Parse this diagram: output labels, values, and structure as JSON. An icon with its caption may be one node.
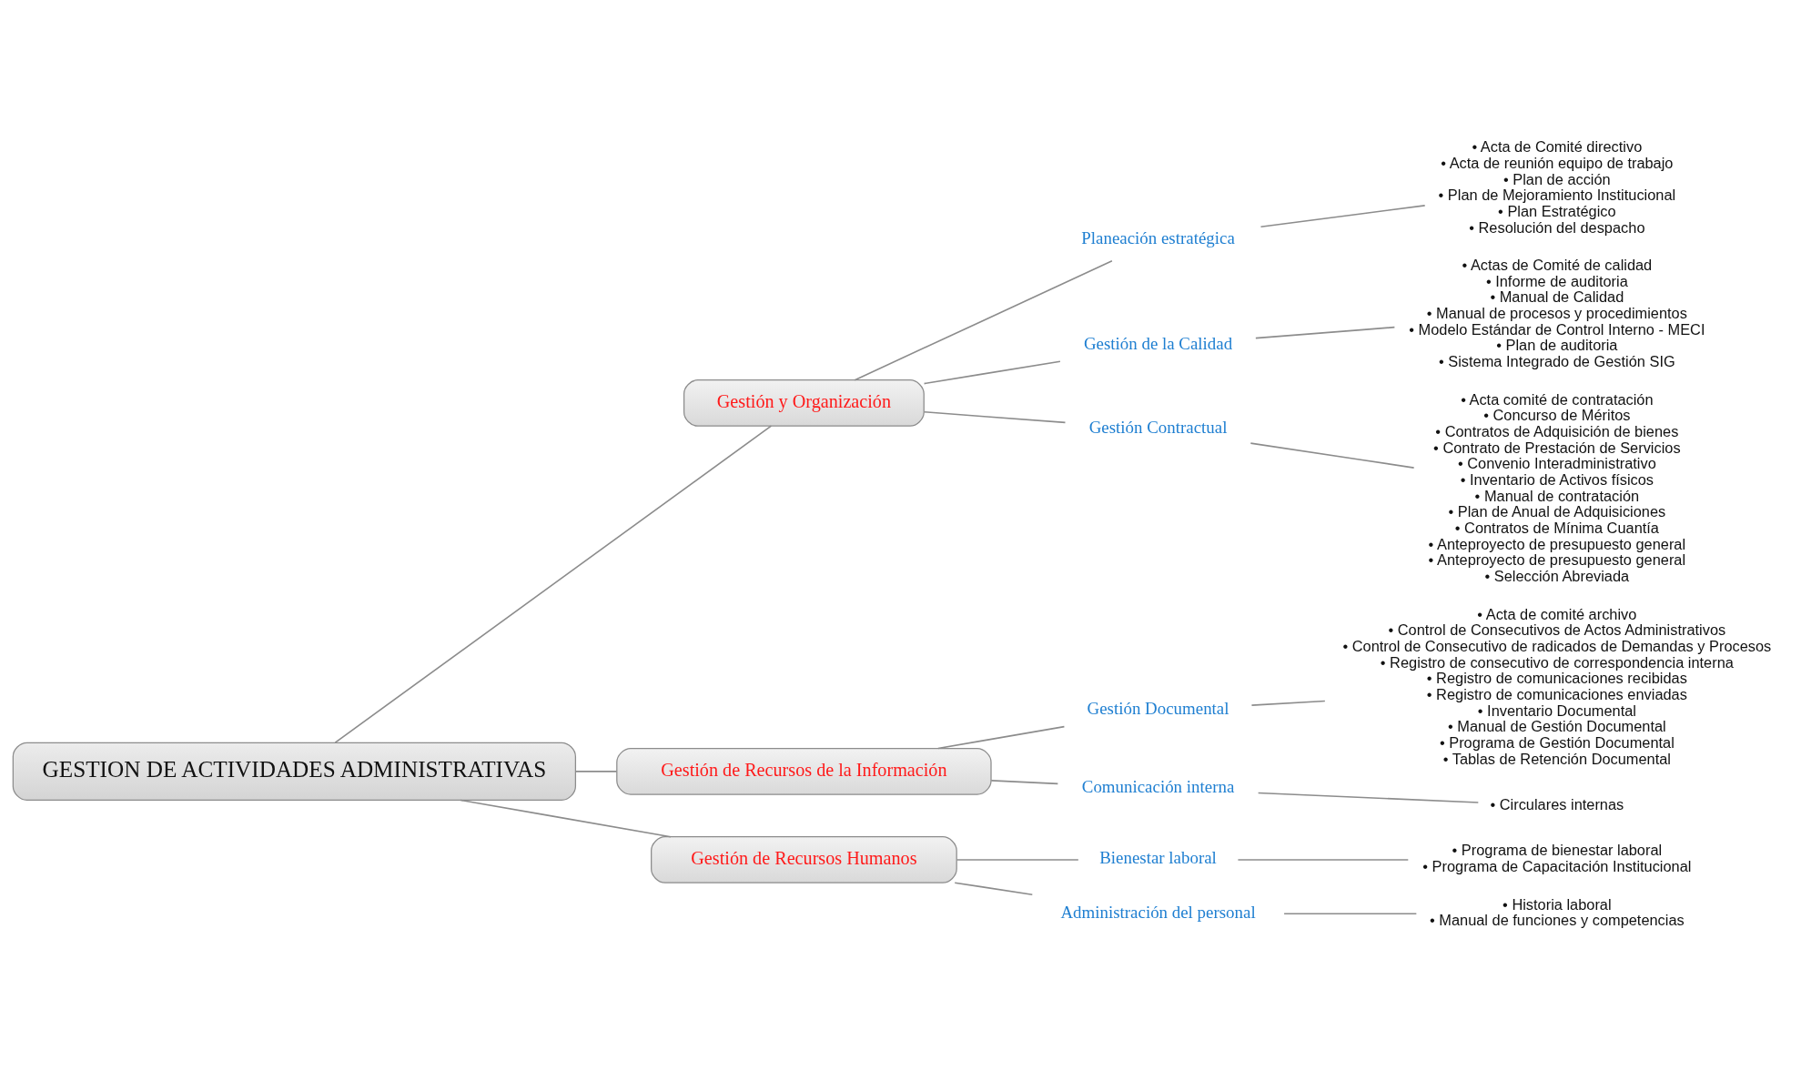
{
  "diagram": {
    "nodes": [
      {
        "text": [
          "GESTION DE ACTIVIDADES ADMINISTRATIVAS"
        ]
      },
      {
        "text": [
          "Gestión y Organización"
        ]
      },
      {
        "text": [
          "Planeación estratégica"
        ]
      },
      {
        "text": [
          "• Acta de Comité directivo",
          "• Acta de reunión equipo de trabajo",
          "• Plan de acción",
          "• Plan de Mejoramiento Institucional",
          "• Plan Estratégico",
          "• Resolución del despacho"
        ]
      },
      {
        "text": [
          "Gestión de la Calidad"
        ]
      },
      {
        "text": [
          "• Actas de Comité de calidad",
          "• Informe de auditoria",
          "• Manual de Calidad",
          "• Manual de procesos y procedimientos",
          "• Modelo Estándar de Control Interno - MECI",
          "• Plan de auditoria",
          "• Sistema Integrado de Gestión SIG"
        ]
      },
      {
        "text": [
          "Gestión Contractual"
        ]
      },
      {
        "text": [
          "• Acta comité de contratación",
          "• Concurso de Méritos",
          "• Contratos de Adquisición de bienes",
          "• Contrato de Prestación de Servicios",
          "• Convenio Interadministrativo",
          "• Inventario de Activos físicos",
          "• Manual de contratación",
          "• Plan de Anual de Adquisiciones",
          "• Contratos de Mínima Cuantía",
          "• Anteproyecto de presupuesto general",
          "• Anteproyecto de presupuesto general",
          "• Selección Abreviada"
        ]
      },
      {
        "text": [
          "Gestión de Recursos de la Información"
        ]
      },
      {
        "text": [
          "Gestión Documental"
        ]
      },
      {
        "text": [
          "• Acta de comité archivo",
          "• Control de Consecutivos de Actos Administrativos",
          "• Control de Consecutivo de radicados de Demandas y Procesos",
          "• Registro de consecutivo de correspondencia interna",
          "• Registro de comunicaciones recibidas",
          "• Registro de comunicaciones enviadas",
          "• Inventario Documental",
          "• Manual de Gestión Documental",
          "• Programa de Gestión Documental",
          "• Tablas de Retención Documental"
        ]
      },
      {
        "text": [
          "Comunicación interna"
        ]
      },
      {
        "text": [
          "• Circulares internas"
        ]
      },
      {
        "text": [
          "Gestión de Recursos Humanos"
        ]
      },
      {
        "text": [
          "Bienestar laboral"
        ]
      },
      {
        "text": [
          "• Programa de bienestar laboral",
          "• Programa de Capacitación Institucional"
        ]
      },
      {
        "text": [
          "Administración del personal"
        ]
      },
      {
        "text": [
          "• Historia laboral",
          "• Manual de funciones y competencias"
        ]
      }
    ],
    "edges": [
      {
        "from": 0,
        "to": 1,
        "arrow": "none"
      },
      {
        "from": 1,
        "to": 2,
        "arrow": "none"
      },
      {
        "from": 2,
        "to": 3,
        "arrow": "none"
      },
      {
        "from": 1,
        "to": 4,
        "arrow": "none"
      },
      {
        "from": 4,
        "to": 5,
        "arrow": "none"
      },
      {
        "from": 1,
        "to": 6,
        "arrow": "none"
      },
      {
        "from": 6,
        "to": 7,
        "arrow": "none"
      },
      {
        "from": 0,
        "to": 8,
        "arrow": "none"
      },
      {
        "from": 8,
        "to": 9,
        "arrow": "none"
      },
      {
        "from": 9,
        "to": 10,
        "arrow": "none"
      },
      {
        "from": 8,
        "to": 11,
        "arrow": "none"
      },
      {
        "from": 11,
        "to": 12,
        "arrow": "none"
      },
      {
        "from": 0,
        "to": 13,
        "arrow": "none"
      },
      {
        "from": 13,
        "to": 14,
        "arrow": "none"
      },
      {
        "from": 14,
        "to": 15,
        "arrow": "none"
      },
      {
        "from": 13,
        "to": 16,
        "arrow": "none"
      },
      {
        "from": 16,
        "to": 17,
        "arrow": "none"
      }
    ]
  }
}
